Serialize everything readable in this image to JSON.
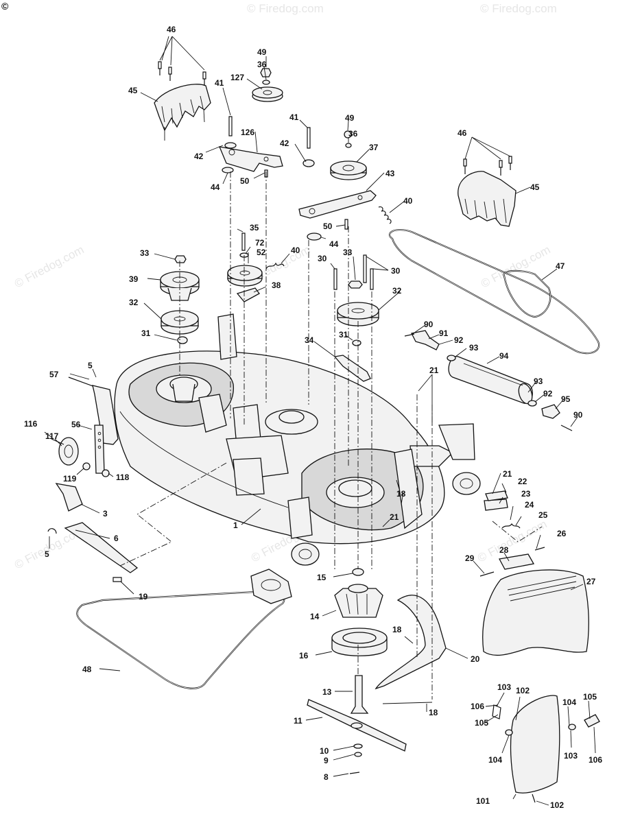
{
  "copyright_mark": "©",
  "watermark": "© Firedog.com",
  "parts": {
    "p1": "1",
    "p3": "3",
    "p5a": "5",
    "p5b": "5",
    "p6": "6",
    "p8": "8",
    "p9": "9",
    "p10": "10",
    "p11": "11",
    "p13": "13",
    "p14": "14",
    "p15": "15",
    "p16": "16",
    "p18a": "18",
    "p18b": "18",
    "p18c": "18",
    "p19": "19",
    "p20": "20",
    "p21a": "21",
    "p21b": "21",
    "p21c": "21",
    "p22": "22",
    "p23": "23",
    "p24": "24",
    "p25": "25",
    "p26": "26",
    "p27": "27",
    "p28": "28",
    "p29": "29",
    "p30a": "30",
    "p30b": "30",
    "p31a": "31",
    "p31b": "31",
    "p32a": "32",
    "p32b": "32",
    "p33a": "33",
    "p33b": "33",
    "p34": "34",
    "p35": "35",
    "p36a": "36",
    "p36b": "36",
    "p37": "37",
    "p38": "38",
    "p39": "39",
    "p40a": "40",
    "p40b": "40",
    "p41a": "41",
    "p41b": "41",
    "p42a": "42",
    "p42b": "42",
    "p43": "43",
    "p44a": "44",
    "p44b": "44",
    "p45a": "45",
    "p45b": "45",
    "p46a": "46",
    "p46b": "46",
    "p47": "47",
    "p48": "48",
    "p49a": "49",
    "p49b": "49",
    "p50a": "50",
    "p50b": "50",
    "p52": "52",
    "p56": "56",
    "p57": "57",
    "p72": "72",
    "p90a": "90",
    "p90b": "90",
    "p91": "91",
    "p92a": "92",
    "p92b": "92",
    "p93a": "93",
    "p93b": "93",
    "p94": "94",
    "p95": "95",
    "p101": "101",
    "p102a": "102",
    "p102b": "102",
    "p103a": "103",
    "p103b": "103",
    "p104a": "104",
    "p104b": "104",
    "p105a": "105",
    "p105b": "105",
    "p106a": "106",
    "p106b": "106",
    "p116": "116",
    "p117": "117",
    "p118": "118",
    "p119": "119",
    "p126": "126",
    "p127": "127"
  }
}
